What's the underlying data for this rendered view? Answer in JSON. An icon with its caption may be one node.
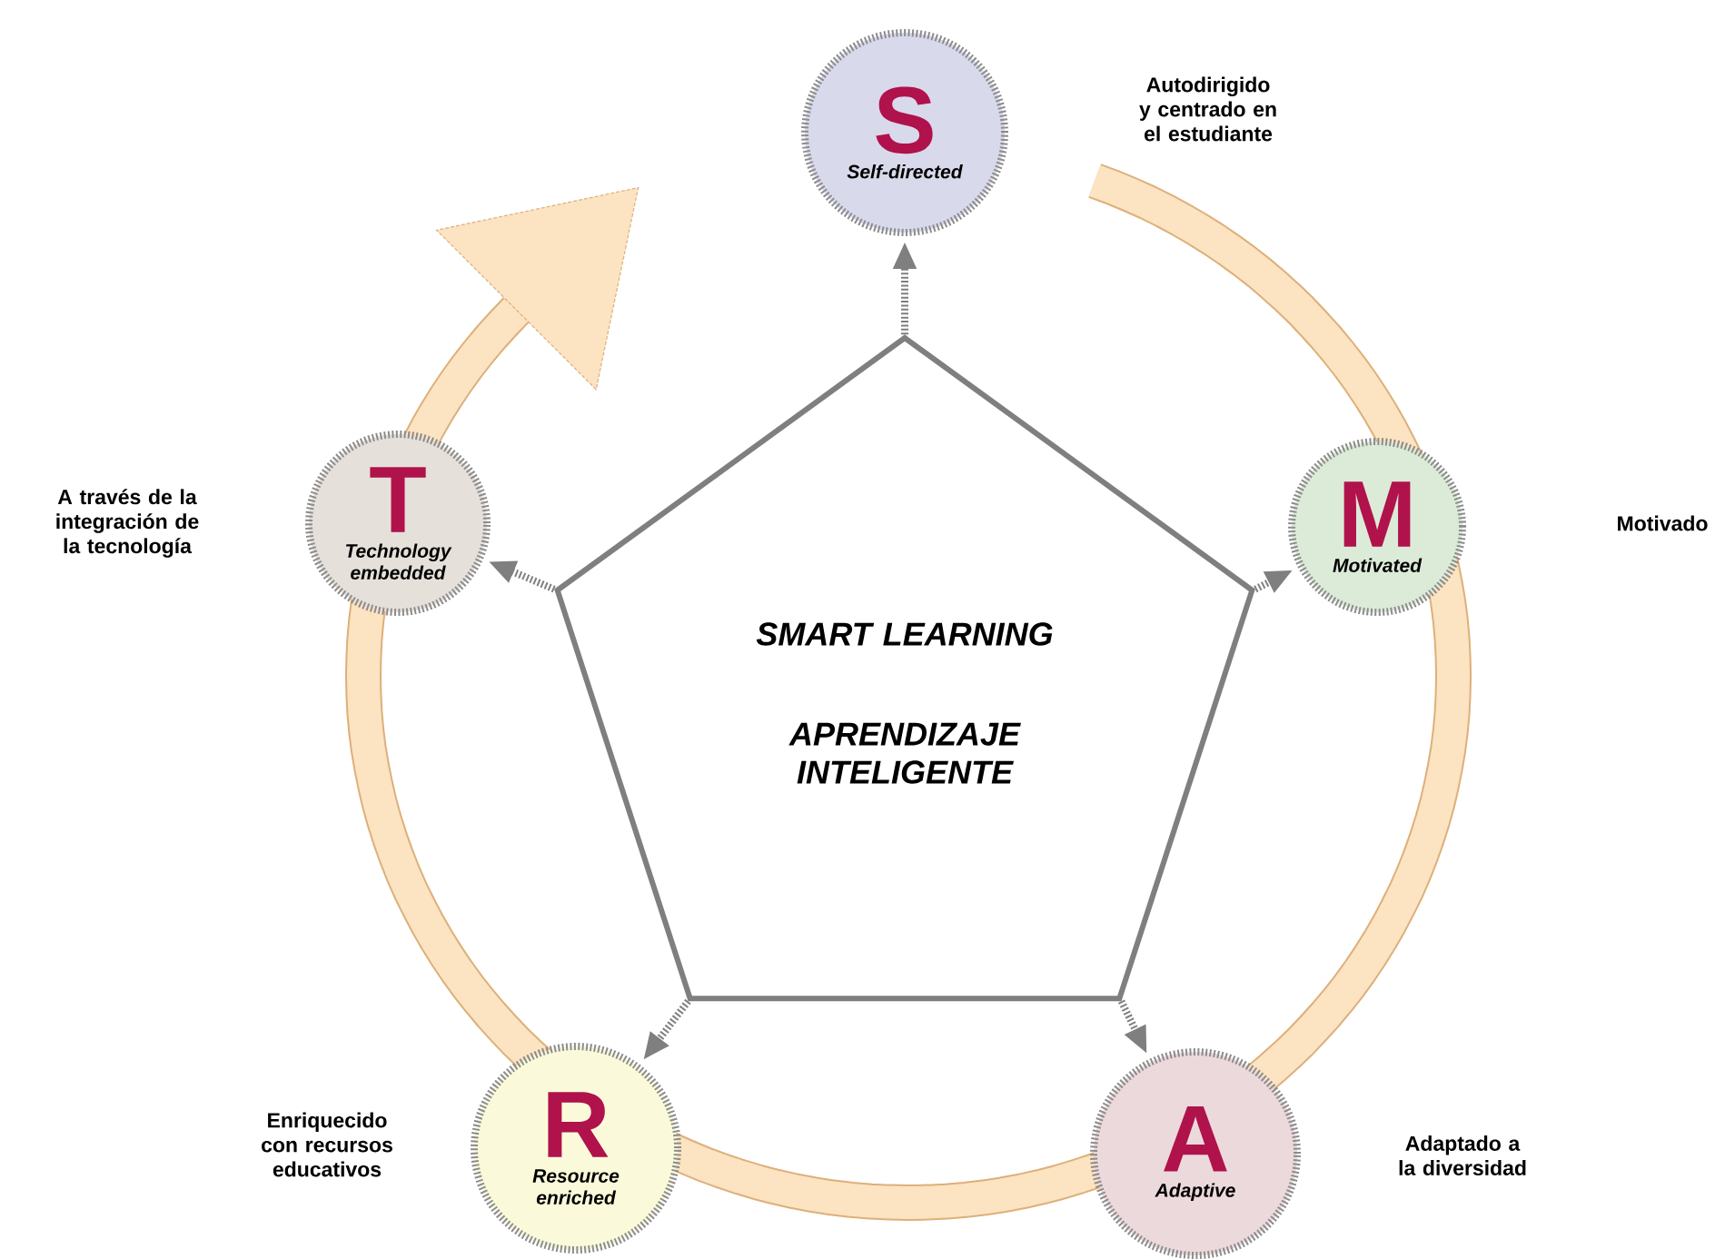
{
  "diagram": {
    "nodes": [
      {
        "text": [
          "SMART LEARNING",
          "APRENDIZAJE INTELIGENTE"
        ]
      },
      {
        "text": [
          "S",
          "Self-directed"
        ]
      },
      {
        "text": [
          "T",
          "Technology embedded"
        ]
      },
      {
        "text": [
          "M",
          "Motivated"
        ]
      },
      {
        "text": [
          "R",
          "Resource enriched"
        ]
      },
      {
        "text": [
          "A",
          "Adaptive"
        ]
      }
    ],
    "labels": [
      "Autodirigido y centrado en el estudiante",
      "A través de la integración de la tecnología",
      "Motivado",
      "Enriquecido con recursos educativos",
      "Adaptado a la diversidad"
    ],
    "edges": [
      {
        "from": 0,
        "to": 1,
        "arrow": "to"
      },
      {
        "from": 0,
        "to": 2,
        "arrow": "to"
      },
      {
        "from": 0,
        "to": 3,
        "arrow": "to"
      },
      {
        "from": 0,
        "to": 4,
        "arrow": "to"
      },
      {
        "from": 0,
        "to": 5,
        "arrow": "to"
      }
    ]
  }
}
